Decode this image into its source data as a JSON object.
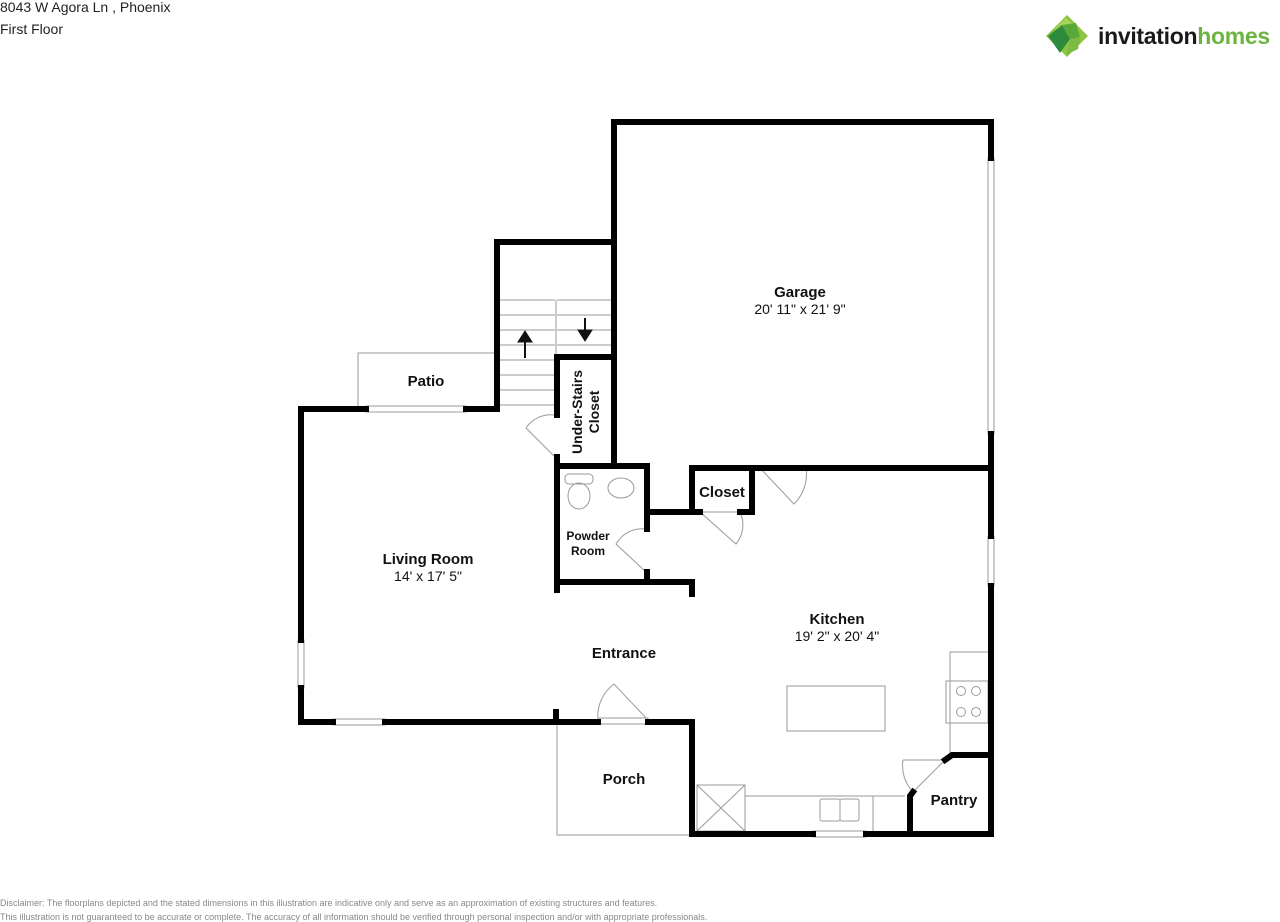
{
  "header": {
    "address": "8043 W Agora Ln , Phoenix",
    "floor": "First Floor"
  },
  "brand": {
    "name_part1": "invitation",
    "name_part2": "homes",
    "colors": {
      "dark_green": "#2e8b3e",
      "light_green": "#8cc63f",
      "mid_green": "#6cb33f"
    }
  },
  "rooms": {
    "garage": {
      "name": "Garage",
      "dims": "20' 11\" x 21' 9\""
    },
    "living_room": {
      "name": "Living Room",
      "dims": "14' x 17' 5\""
    },
    "kitchen": {
      "name": "Kitchen",
      "dims": "19' 2\" x 20' 4\""
    },
    "patio": {
      "name": "Patio"
    },
    "porch": {
      "name": "Porch"
    },
    "entrance": {
      "name": "Entrance"
    },
    "pantry": {
      "name": "Pantry"
    },
    "closet": {
      "name": "Closet"
    },
    "under_stairs": {
      "line1": "Under-Stairs",
      "line2": "Closet"
    },
    "powder_room": {
      "line1": "Powder",
      "line2": "Room"
    }
  },
  "disclaimer": {
    "line1": "Disclaimer: The floorplans depicted and the stated dimensions in this illustration are indicative only and serve as an approximation of existing structures and features.",
    "line2": "This illustration is not guaranteed to be accurate or complete. The accuracy of all information should be verified through personal inspection and/or with appropriate professionals."
  }
}
